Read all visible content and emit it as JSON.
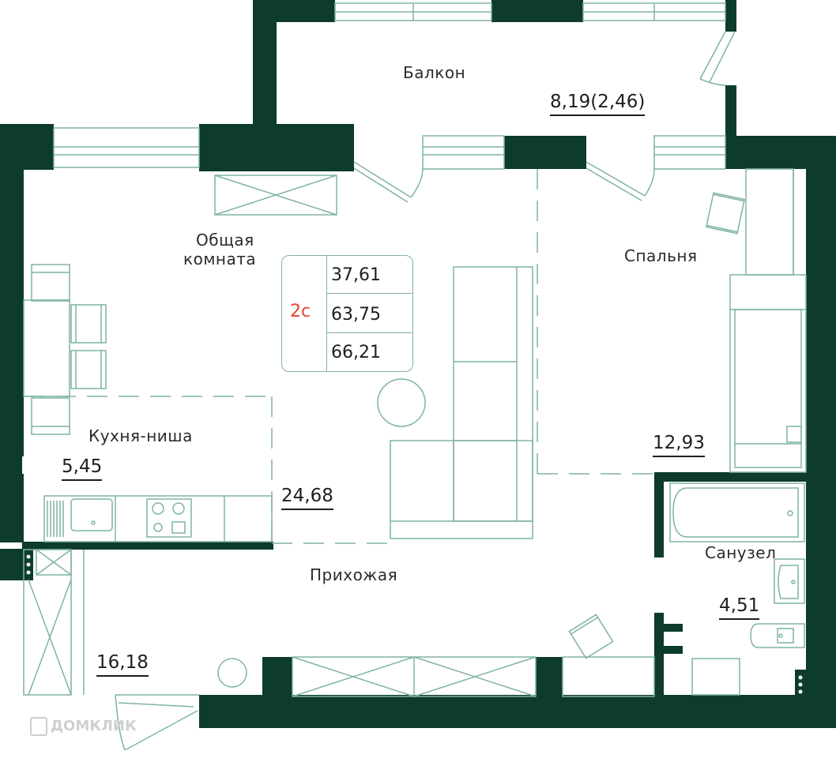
{
  "colors": {
    "wall": "#0d3b2e",
    "line": "#7fb3a2",
    "accent": "#e0452b",
    "text": "#2a2a2a"
  },
  "rooms": {
    "balcony": {
      "name": "Балкон",
      "area": "8,19(2,46)"
    },
    "living": {
      "name_line1": "Общая",
      "name_line2": "комната",
      "area": "24,68"
    },
    "bedroom": {
      "name": "Спальня",
      "area": "12,93"
    },
    "kitchen": {
      "name": "Кухня-ниша",
      "area": "5,45"
    },
    "hall": {
      "name": "Прихожая",
      "area": "16,18"
    },
    "bathroom": {
      "name": "Санузел",
      "area": "4,51"
    }
  },
  "summary": {
    "code": "2с",
    "living_area": "37,61",
    "total_area": "63,75",
    "total_with_balcony": "66,21"
  },
  "watermark": {
    "icon": "domclick-logo-icon",
    "text": "ДОМКЛИК"
  }
}
